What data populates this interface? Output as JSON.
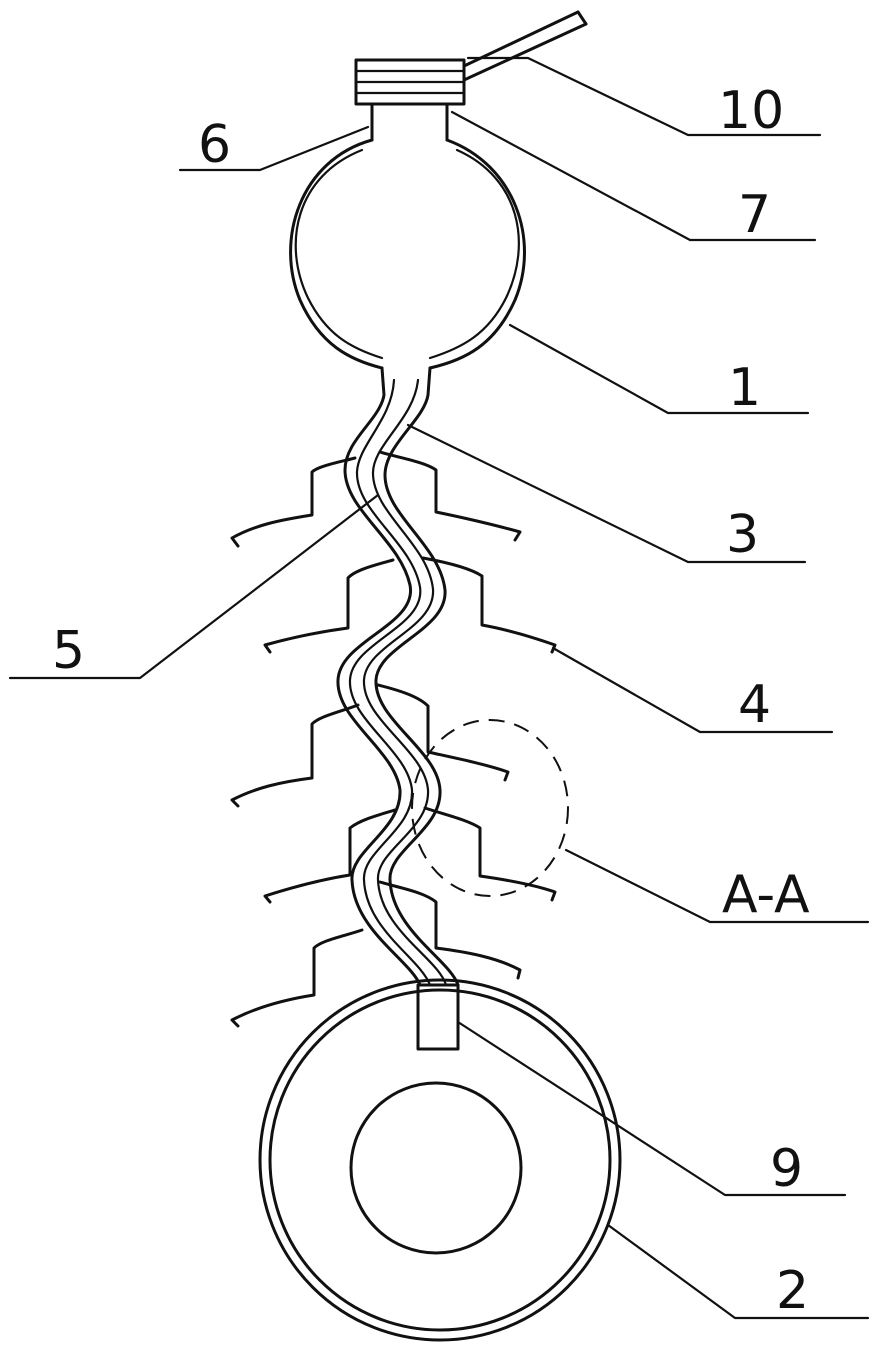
{
  "labels": {
    "l10": "10",
    "l6": "6",
    "l7": "7",
    "l1": "1",
    "l3": "3",
    "l5": "5",
    "l4": "4",
    "lAA": "A-A",
    "l9": "9",
    "l2": "2"
  },
  "colors": {
    "ink": "#111111",
    "background": "#ffffff"
  }
}
